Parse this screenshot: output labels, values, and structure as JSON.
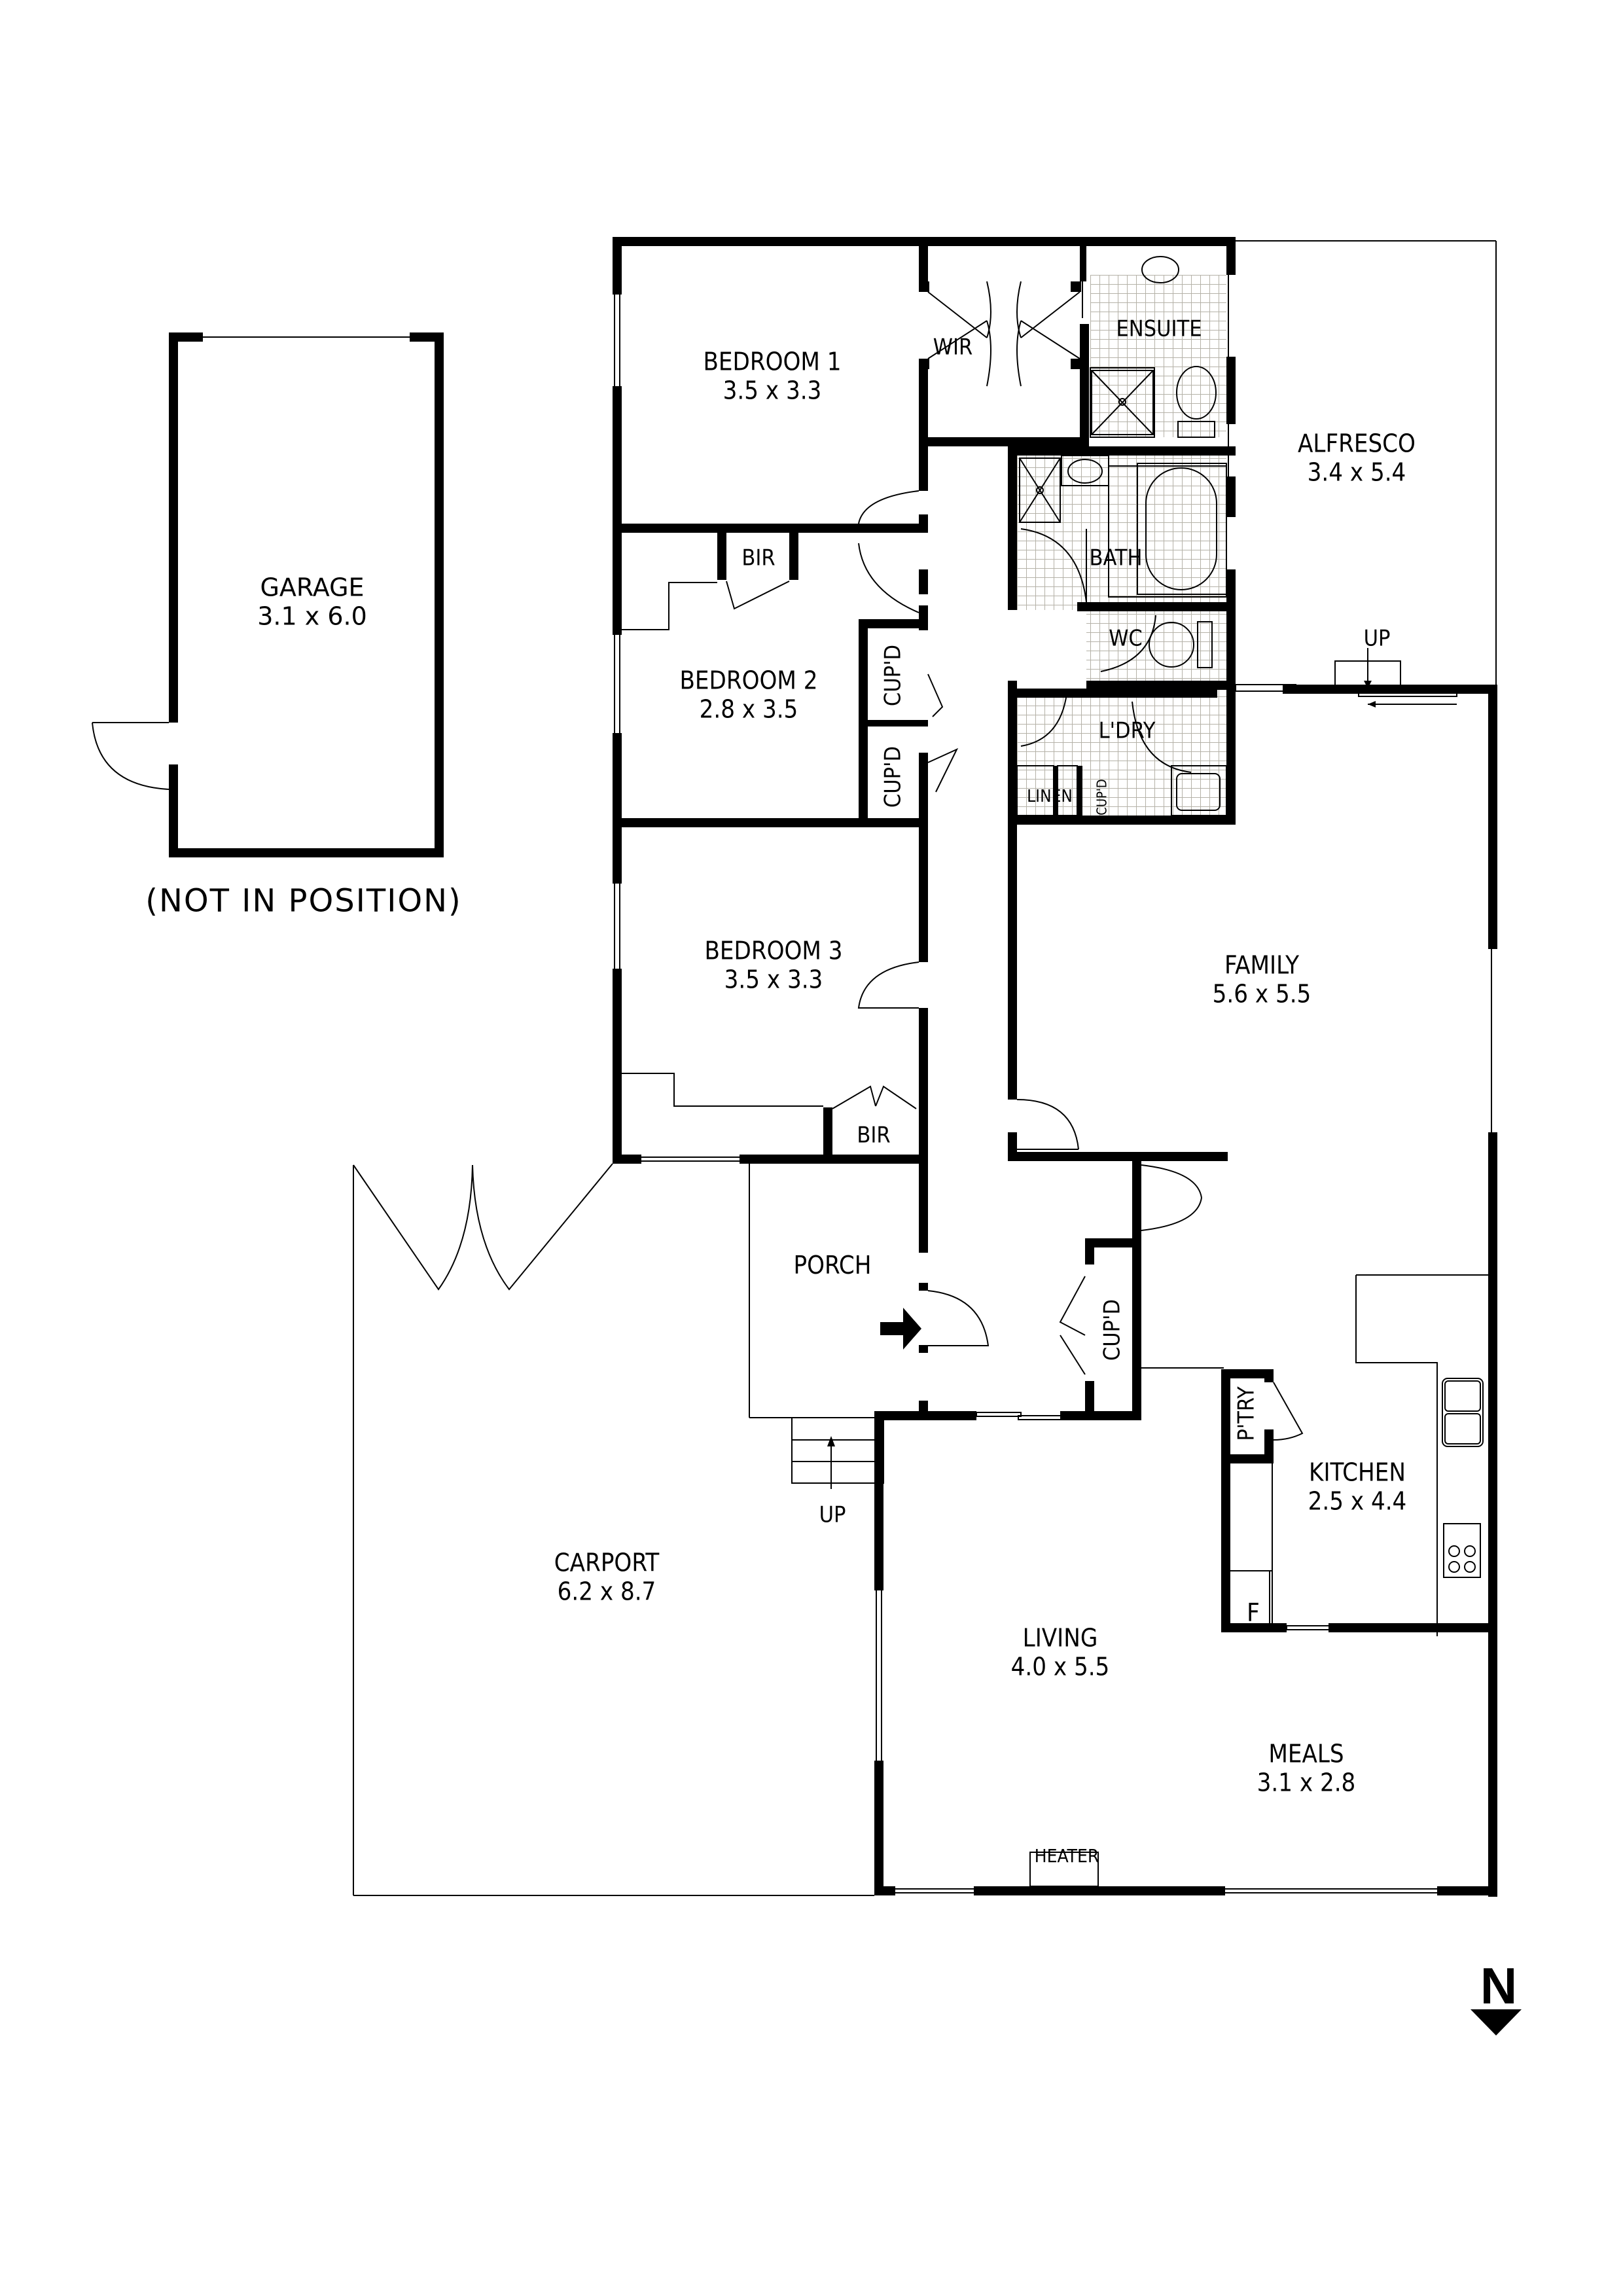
{
  "rooms": {
    "bedroom1": {
      "name": "BEDROOM 1",
      "size": "3.5 x 3.3"
    },
    "wir": {
      "name": "WIR"
    },
    "ensuite": {
      "name": "ENSUITE"
    },
    "alfresco": {
      "name": "ALFRESCO",
      "size": "3.4 x 5.4"
    },
    "bath": {
      "name": "BATH"
    },
    "wc": {
      "name": "WC"
    },
    "bedroom2": {
      "name": "BEDROOM 2",
      "size": "2.8 x 3.5"
    },
    "bir2": {
      "name": "BIR"
    },
    "cupd1": {
      "name": "CUP'D"
    },
    "cupd2": {
      "name": "CUP'D"
    },
    "laundry": {
      "name": "L'DRY"
    },
    "linen": {
      "name": "LINEN"
    },
    "cupd_laundry": {
      "name": "CUP'D"
    },
    "family": {
      "name": "FAMILY",
      "size": "5.6 x 5.5"
    },
    "bedroom3": {
      "name": "BEDROOM 3",
      "size": "3.5 x 3.3"
    },
    "bir3": {
      "name": "BIR"
    },
    "porch": {
      "name": "PORCH"
    },
    "cupd_hall": {
      "name": "CUP'D"
    },
    "pantry": {
      "name": "P'TRY"
    },
    "kitchen": {
      "name": "KITCHEN",
      "size": "2.5 x 4.4"
    },
    "fridge": {
      "name": "F"
    },
    "carport": {
      "name": "CARPORT",
      "size": "6.2 x 8.7"
    },
    "living": {
      "name": "LIVING",
      "size": "4.0 x 5.5"
    },
    "meals": {
      "name": "MEALS",
      "size": "3.1 x 2.8"
    },
    "garage": {
      "name": "GARAGE",
      "size": "3.1 x 6.0"
    }
  },
  "annotations": {
    "garage_note": "(NOT IN POSITION)",
    "up_alfresco": "UP",
    "up_porch": "UP",
    "heater": "HEATER"
  },
  "compass": {
    "label": "N",
    "direction": "down"
  }
}
